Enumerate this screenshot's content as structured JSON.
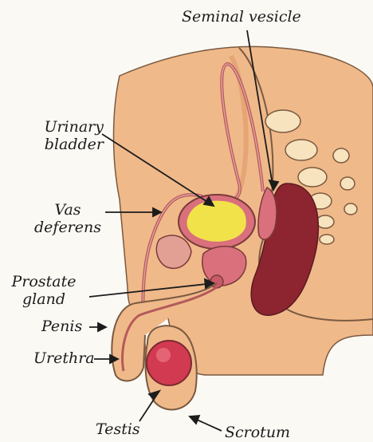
{
  "labels": {
    "seminal_vesicle": "Seminal vesicle",
    "urinary_bladder_line1": "Urinary",
    "urinary_bladder_line2": "bladder",
    "vas_deferens_line1": "Vas",
    "vas_deferens_line2": "deferens",
    "prostate_gland_line1": "Prostate",
    "prostate_gland_line2": "gland",
    "penis": "Penis",
    "urethra": "Urethra",
    "testis": "Testis",
    "scrotum": "Scrotum"
  },
  "colors": {
    "skin": "#f0b98a",
    "skin_shadow": "#d9925f",
    "bone": "#f7e3bd",
    "rectum": "#8c2530",
    "bladder_urine": "#f2e24a",
    "organ_pink": "#d9707c",
    "testis": "#d23a52",
    "duct": "#b45a5a",
    "outline": "#4a3a30"
  }
}
